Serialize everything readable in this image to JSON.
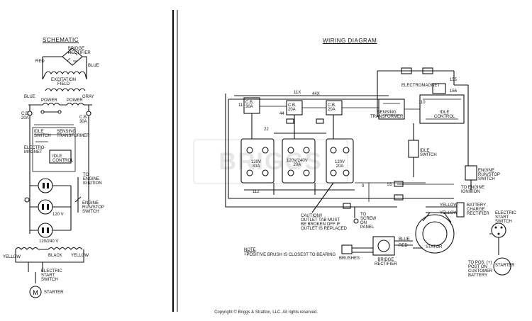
{
  "titles": {
    "schematic": "SCHEMATIC",
    "wiring": "WIRING DIAGRAM"
  },
  "schematic": {
    "bridge_rectifier": "BRIDGE\nRECTIFIER",
    "red": "RED",
    "blue": "BLUE",
    "excitation_field": "EXCITATION\nFIELD",
    "power1": "POWER",
    "power2": "POWER",
    "blue_lead": "BLUE",
    "gray_lead": "GRAY",
    "cb_20a": "C.B.\n20A",
    "cb_30a": "C.B.\n30A",
    "idle_switch": "IDLE\nSWITCH",
    "sensing_transformer": "SENSING\nTRANSFORMER",
    "electromagnet": "ELECTRO-\nMAGNET",
    "idle_control": "IDLE\nCONTROL",
    "to_engine_ignition": "TO\nENGINE\nIGNITION",
    "engine_run_stop": "ENGINE\nRUN/STOP\nSWITCH",
    "v120": "120 V",
    "v120_240": "120/240 V",
    "yellow": "YELLOW",
    "black": "BLACK",
    "yellow2": "YELLOW",
    "electric_start": "ELECTRIC\nSTART\nSWITCH",
    "starter": "STARTER"
  },
  "wiring": {
    "electromagnet": "ELECTROMAGNET",
    "sensing_transformer": "SENSING\nTRANSFORMER",
    "idle_control": "IDLE\nCONTROL",
    "idle_switch": "IDLE\nSWITCH",
    "cb_30a": "C.B.\n30A",
    "cb_20a_a": "C.B.\n20A",
    "cb_20a_b": "C.B.\n20A",
    "engine_run_stop": "ENGINE\nRUN/STOP\nSWITCH",
    "to_engine_ignition": "TO ENGINE\nIGNITION",
    "receptacle_1": "120V\n30A",
    "receptacle_2": "120V/240V\n20A",
    "receptacle_3": "120V\n20A",
    "caution": "CAUTION!!\nOUTLET TAB MUST\nBE BROKEN OFF IF\nOUTLET IS REPLACED",
    "to_screw": "TO\nSCREW\nON\nPANEL",
    "note_title": "NOTE",
    "note_body": "+POSITIVE BRUSH IS CLOSEST TO BEARING",
    "brushes": "BRUSHES",
    "bridge_rectifier": "BRIDGE\nRECTIFIER",
    "blue": "BLUE",
    "red": "RED",
    "stator": "STATOR",
    "yellow_a": "YELLOW",
    "yellow_b": "YELLOW",
    "battery_charge": "BATTERY\nCHARGE\nRECTIFIER",
    "electric_start": "ELECTRIC\nSTART\nSWITCH",
    "to_pos_post": "TO POS. (+)\nPOST ON\nCUSTOMER\nBATTERY",
    "starter": "STARTER",
    "wire_numbers": {
      "n11": "11",
      "n11x": "11X",
      "n44": "44",
      "n44x": "44X",
      "n22": "22",
      "n112": "112",
      "n110": "110",
      "n155": "155",
      "n156": "156",
      "n0": "0",
      "n55": "55"
    }
  },
  "watermark": "BRIGGS",
  "copyright": "Copyright © Briggs & Stratton, LLC. All rights reserved."
}
